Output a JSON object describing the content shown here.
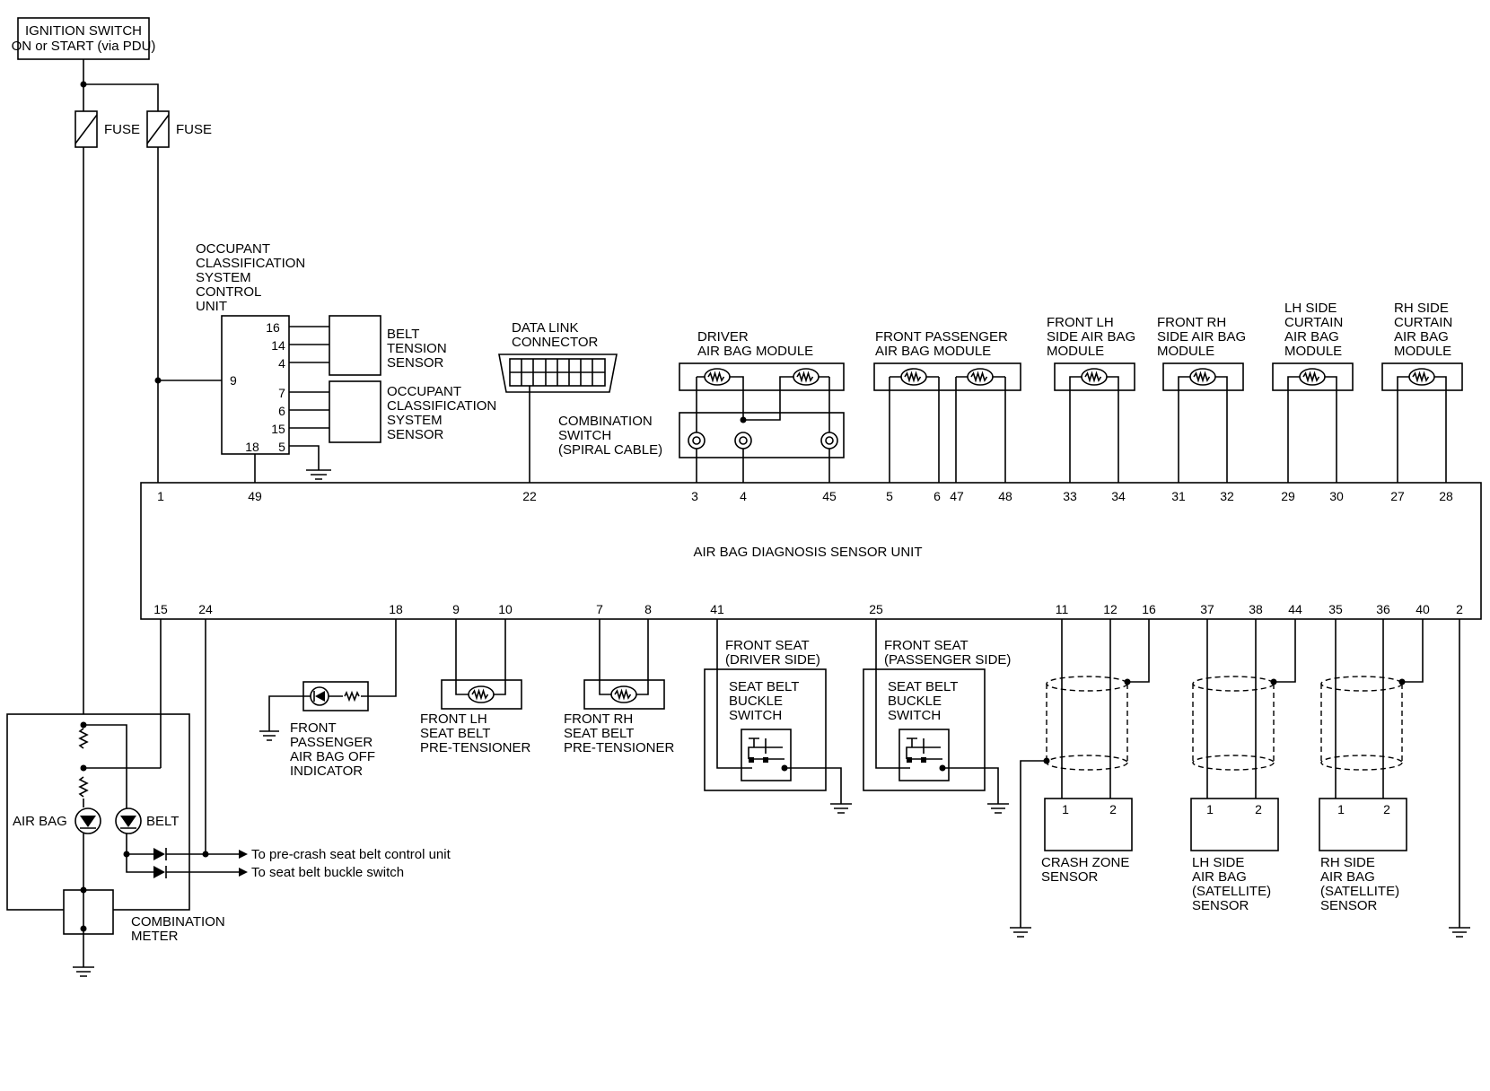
{
  "ignition": [
    "IGNITION SWITCH",
    "ON or START (via PDU)"
  ],
  "fuse_label": "FUSE",
  "ocs_unit": [
    "OCCUPANT",
    "CLASSIFICATION",
    "SYSTEM",
    "CONTROL",
    "UNIT"
  ],
  "belt_tension_sensor": [
    "BELT",
    "TENSION",
    "SENSOR"
  ],
  "ocs_sensor": [
    "OCCUPANT",
    "CLASSIFICATION",
    "SYSTEM",
    "SENSOR"
  ],
  "data_link_connector": [
    "DATA LINK",
    "CONNECTOR"
  ],
  "combination_switch": [
    "COMBINATION",
    "SWITCH",
    "(SPIRAL CABLE)"
  ],
  "driver_module": [
    "DRIVER",
    "AIR BAG MODULE"
  ],
  "front_passenger_module": [
    "FRONT PASSENGER",
    "AIR BAG MODULE"
  ],
  "front_lh_side_module": [
    "FRONT LH",
    "SIDE AIR BAG",
    "MODULE"
  ],
  "front_rh_side_module": [
    "FRONT RH",
    "SIDE AIR BAG",
    "MODULE"
  ],
  "lh_curtain_module": [
    "LH SIDE",
    "CURTAIN",
    "AIR BAG",
    "MODULE"
  ],
  "rh_curtain_module": [
    "RH SIDE",
    "CURTAIN",
    "AIR BAG",
    "MODULE"
  ],
  "diagnosis_unit": "AIR BAG DIAGNOSIS SENSOR UNIT",
  "air_bag_lamp": "AIR BAG",
  "belt_lamp": "BELT",
  "combination_meter": [
    "COMBINATION",
    "METER"
  ],
  "to_precrash": "To pre-crash seat belt control unit",
  "to_buckle": "To seat belt buckle switch",
  "pass_airbag_off": [
    "FRONT",
    "PASSENGER",
    "AIR BAG OFF",
    "INDICATOR"
  ],
  "lh_pretensioner": [
    "FRONT LH",
    "SEAT BELT",
    "PRE-TENSIONER"
  ],
  "rh_pretensioner": [
    "FRONT RH",
    "SEAT BELT",
    "PRE-TENSIONER"
  ],
  "front_seat_driver": [
    "FRONT SEAT",
    "(DRIVER SIDE)"
  ],
  "front_seat_passenger": [
    "FRONT SEAT",
    "(PASSENGER SIDE)"
  ],
  "buckle_switch": [
    "SEAT BELT",
    "BUCKLE",
    "SWITCH"
  ],
  "crash_zone_sensor": [
    "CRASH ZONE",
    "SENSOR"
  ],
  "lh_satellite": [
    "LH SIDE",
    "AIR BAG",
    "(SATELLITE)",
    "SENSOR"
  ],
  "rh_satellite": [
    "RH SIDE",
    "AIR BAG",
    "(SATELLITE)",
    "SENSOR"
  ],
  "ocs_pins": {
    "p16": "16",
    "p14": "14",
    "p4": "4",
    "p9": "9",
    "p7": "7",
    "p6": "6",
    "p15": "15",
    "p18": "18",
    "p5": "5"
  },
  "unit_top_pins": [
    "1",
    "49",
    "22",
    "3",
    "4",
    "45",
    "5",
    "6",
    "47",
    "48",
    "33",
    "34",
    "31",
    "32",
    "29",
    "30",
    "27",
    "28"
  ],
  "unit_bottom_pins": [
    "15",
    "24",
    "18",
    "9",
    "10",
    "7",
    "8",
    "41",
    "25",
    "11",
    "12",
    "16",
    "37",
    "38",
    "44",
    "35",
    "36",
    "40",
    "2"
  ],
  "sensor_pins": [
    "1",
    "2"
  ]
}
